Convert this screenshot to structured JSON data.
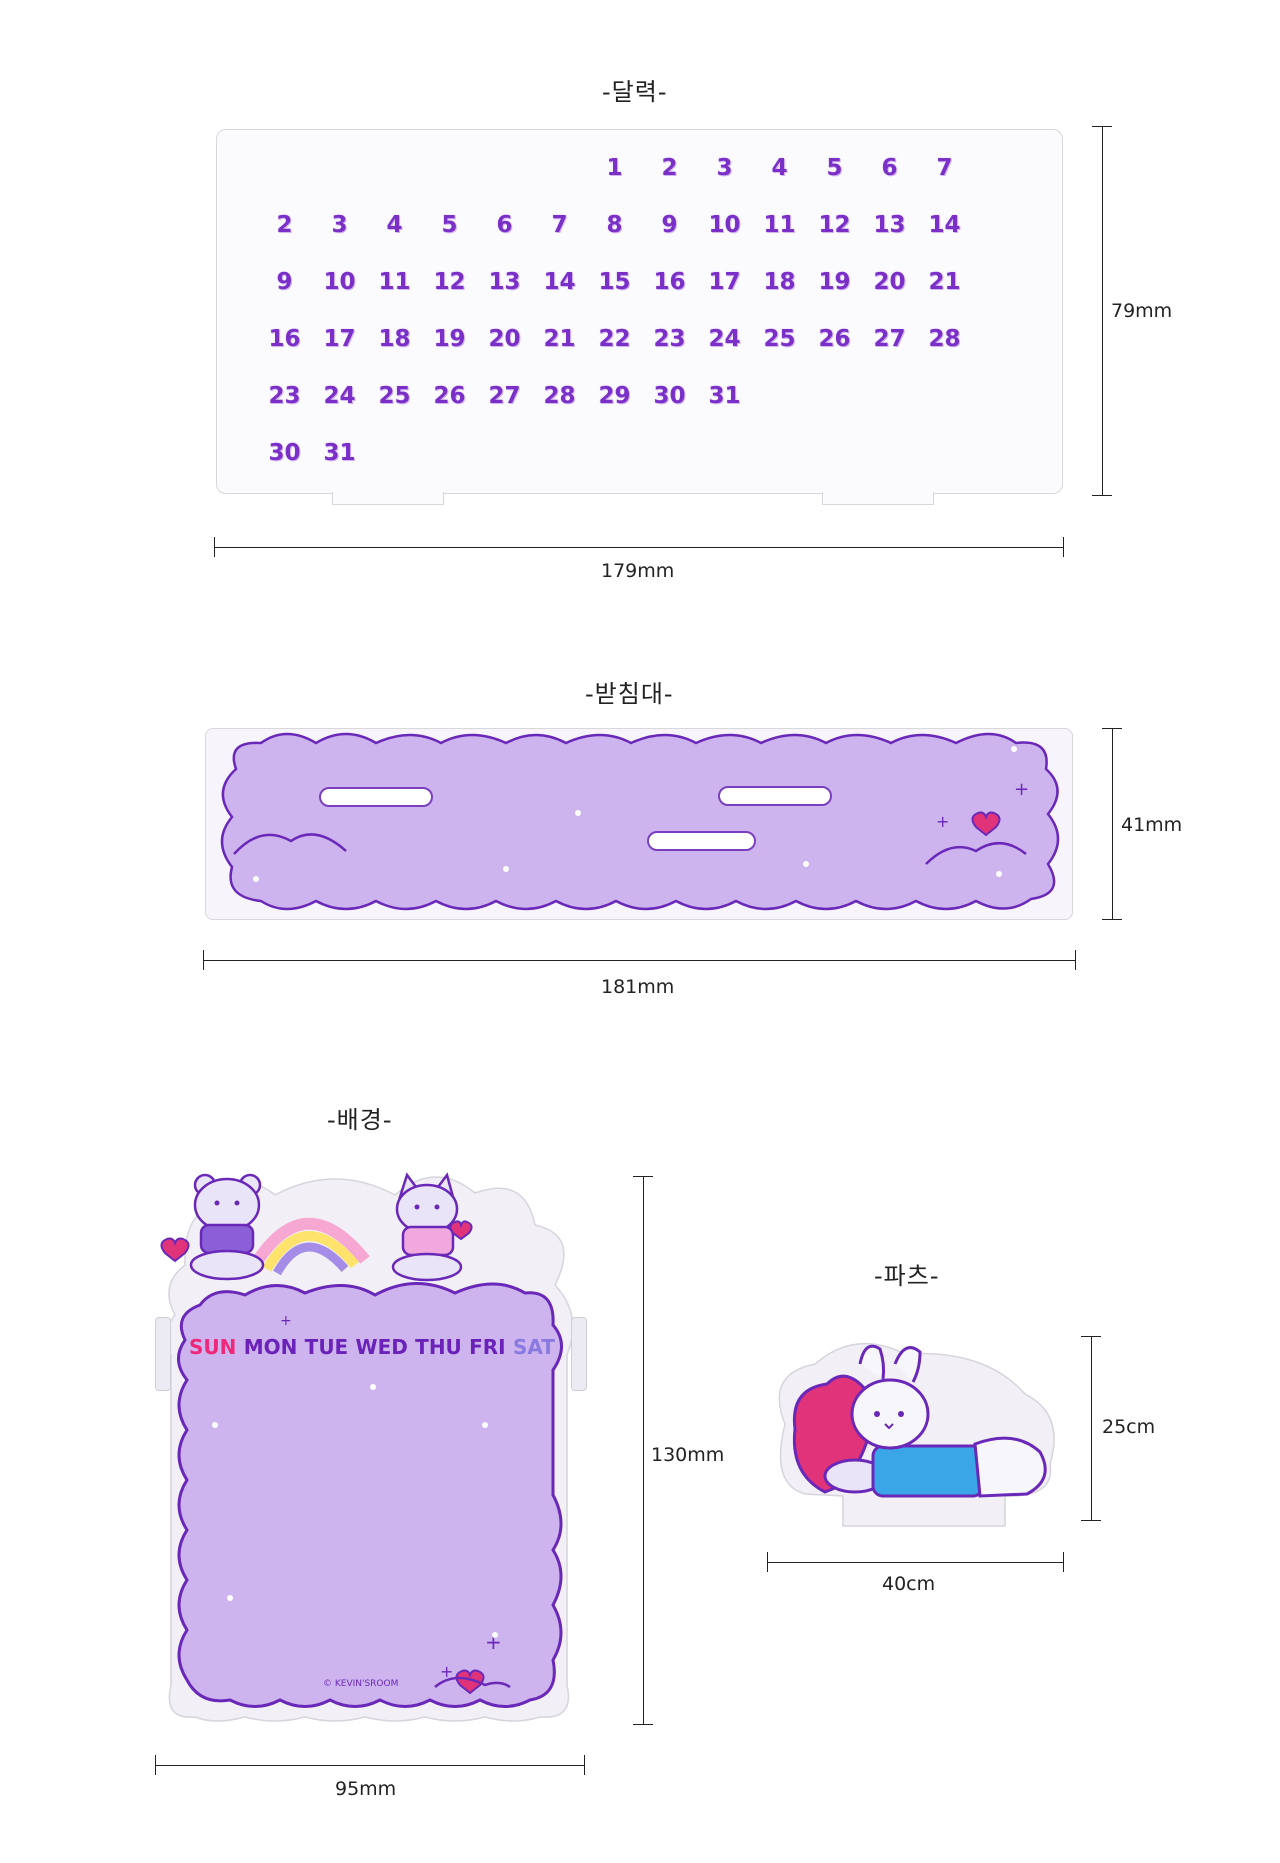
{
  "sections": {
    "calendar": {
      "title": "-달력-",
      "width_label": "179mm",
      "height_label": "79mm",
      "rows": [
        [
          "",
          "",
          "",
          "",
          "",
          "",
          "1",
          "2",
          "3",
          "4",
          "5",
          "6",
          "7",
          ""
        ],
        [
          "2",
          "3",
          "4",
          "5",
          "6",
          "7",
          "8",
          "9",
          "10",
          "11",
          "12",
          "13",
          "14",
          ""
        ],
        [
          "9",
          "10",
          "11",
          "12",
          "13",
          "14",
          "15",
          "16",
          "17",
          "18",
          "19",
          "20",
          "21",
          ""
        ],
        [
          "16",
          "17",
          "18",
          "19",
          "20",
          "21",
          "22",
          "23",
          "24",
          "25",
          "26",
          "27",
          "28",
          ""
        ],
        [
          "23",
          "24",
          "25",
          "26",
          "27",
          "28",
          "29",
          "30",
          "31",
          "",
          "",
          "",
          "",
          ""
        ],
        [
          "30",
          "31",
          "",
          "",
          "",
          "",
          "",
          "",
          "",
          "",
          "",
          "",
          "",
          ""
        ]
      ]
    },
    "stand": {
      "title": "-받침대-",
      "width_label": "181mm",
      "height_label": "41mm"
    },
    "background": {
      "title": "-배경-",
      "width_label": "95mm",
      "height_label": "130mm",
      "weekdays": [
        "SUN",
        "MON",
        "TUE",
        "WED",
        "THU",
        "FRI",
        "SAT"
      ],
      "weekday_colors": [
        "#f0287a",
        "#6a22b8",
        "#6a22b8",
        "#6a22b8",
        "#6a22b8",
        "#6a22b8",
        "#8a7ae0"
      ],
      "copyright": "© KEVIN'SROOM"
    },
    "parts": {
      "title": "-파츠-",
      "width_label": "40cm",
      "height_label": "25cm"
    }
  },
  "colors": {
    "accent_purple": "#7a2fc7",
    "lavender": "#cdb4ee",
    "outline": "#6a28b8",
    "heart_pink": "#e0337a",
    "shirt_blue": "#3aa6e8"
  }
}
